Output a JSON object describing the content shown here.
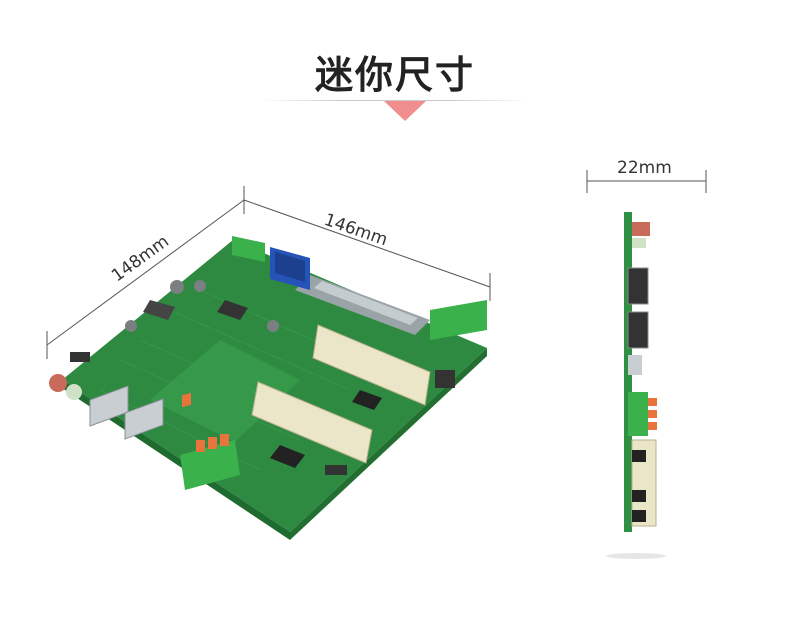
{
  "header": {
    "title": "迷你尺寸"
  },
  "dimensions": {
    "width_label": "146mm",
    "depth_label": "148mm",
    "thickness_label": "22mm"
  },
  "colors": {
    "accent": "#f08e8e",
    "pcb_green": "#2f8f43",
    "terminal_green": "#3ab14a",
    "terminal_orange": "#e8743b",
    "vga_blue": "#2553b8",
    "slot_cream": "#ece6c9"
  }
}
